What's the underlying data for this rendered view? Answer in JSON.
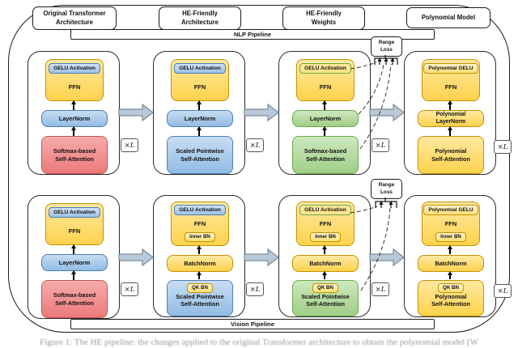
{
  "headers": [
    {
      "label": "Original Transformer\nArchitecture"
    },
    {
      "label": "HE-Friendly\nArchitecture"
    },
    {
      "label": "HE-Friendly\nWeights"
    },
    {
      "label": "Polynomial Model"
    }
  ],
  "pipeline_bars": {
    "nlp": "NLP Pipeline",
    "vision": "Vision Pipeline"
  },
  "range_loss_label": "Range\nLoss",
  "repeat_badge": "×L",
  "colors": {
    "yellow_fill": "#FFD966",
    "yellow_border": "#C49102",
    "blue_fill": "#9DC3E6",
    "blue_border": "#4D7FB5",
    "green_fill": "#A9D18E",
    "green_border": "#6AA84F",
    "red_fill": "#EC7A7A",
    "red_border": "#BF5A5A",
    "big_arrow_fill": "#B8C9DA",
    "big_arrow_border": "#7A8A99"
  },
  "pipelines": {
    "nlp": {
      "stages": [
        {
          "gelu_pill": {
            "label": "GELU Activation",
            "color": "blue"
          },
          "ffn_label": "FFN",
          "mid": {
            "label": "LayerNorm",
            "color": "blue"
          },
          "bottom": {
            "label": "Softmax-based\nSelf-Attention",
            "color": "red"
          }
        },
        {
          "gelu_pill": {
            "label": "GELU Activation",
            "color": "blue"
          },
          "ffn_label": "FFN",
          "mid": {
            "label": "LayerNorm",
            "color": "blue"
          },
          "bottom": {
            "label": "Scaled Pointwise\nSelf-Attention",
            "color": "blue"
          }
        },
        {
          "gelu_pill": {
            "label": "GELU Activation",
            "color": "green"
          },
          "ffn_label": "FFN",
          "mid": {
            "label": "LayerNorm",
            "color": "green"
          },
          "bottom": {
            "label": "Softmax-based\nSelf-Attention",
            "color": "green"
          }
        },
        {
          "gelu_pill": {
            "label": "Polynomial GELU",
            "color": "yellow"
          },
          "ffn_label": "FFN",
          "mid": {
            "label": "Polynomial\nLayerNorm",
            "color": "yellow"
          },
          "bottom": {
            "label": "Polynomial\nSelf-Attention",
            "color": "yellow"
          }
        }
      ]
    },
    "vision": {
      "stages": [
        {
          "gelu_pill": {
            "label": "GELU Activation",
            "color": "blue"
          },
          "ffn_label": "FFN",
          "mid": {
            "label": "LayerNorm",
            "color": "blue"
          },
          "bottom": {
            "label": "Softmax-based\nSelf-Attention",
            "color": "red"
          }
        },
        {
          "gelu_pill": {
            "label": "GELU Activation",
            "color": "blue"
          },
          "ffn_label": "FFN",
          "inner_bn_pill": {
            "label": "Inner BN",
            "color": "yellow"
          },
          "mid": {
            "label": "BatchNorm",
            "color": "yellow"
          },
          "qk_pill": {
            "label": "QK BN",
            "color": "yellow"
          },
          "bottom": {
            "label": "Scaled Pointwise\nSelf-Attention",
            "color": "blue"
          }
        },
        {
          "gelu_pill": {
            "label": "GELU Activation",
            "color": "green"
          },
          "ffn_label": "FFN",
          "inner_bn_pill": {
            "label": "Inner BN",
            "color": "yellow"
          },
          "mid": {
            "label": "BatchNorm",
            "color": "yellow"
          },
          "qk_pill": {
            "label": "QK BN",
            "color": "yellow"
          },
          "bottom": {
            "label": "Scaled Pointwise\nSelf-Attention",
            "color": "green"
          }
        },
        {
          "gelu_pill": {
            "label": "Polynomial GELU",
            "color": "yellow"
          },
          "ffn_label": "FFN",
          "inner_bn_pill": {
            "label": "Inner BN",
            "color": "yellow"
          },
          "mid": {
            "label": "BatchNorm",
            "color": "yellow"
          },
          "qk_pill": {
            "label": "QK BN",
            "color": "yellow"
          },
          "bottom": {
            "label": "Polynomial\nSelf-Attention",
            "color": "yellow"
          }
        }
      ]
    }
  },
  "caption": "Figure 1: The HE pipeline: the changes applied to the original Transformer architecture to obtain the polynomial model [W"
}
